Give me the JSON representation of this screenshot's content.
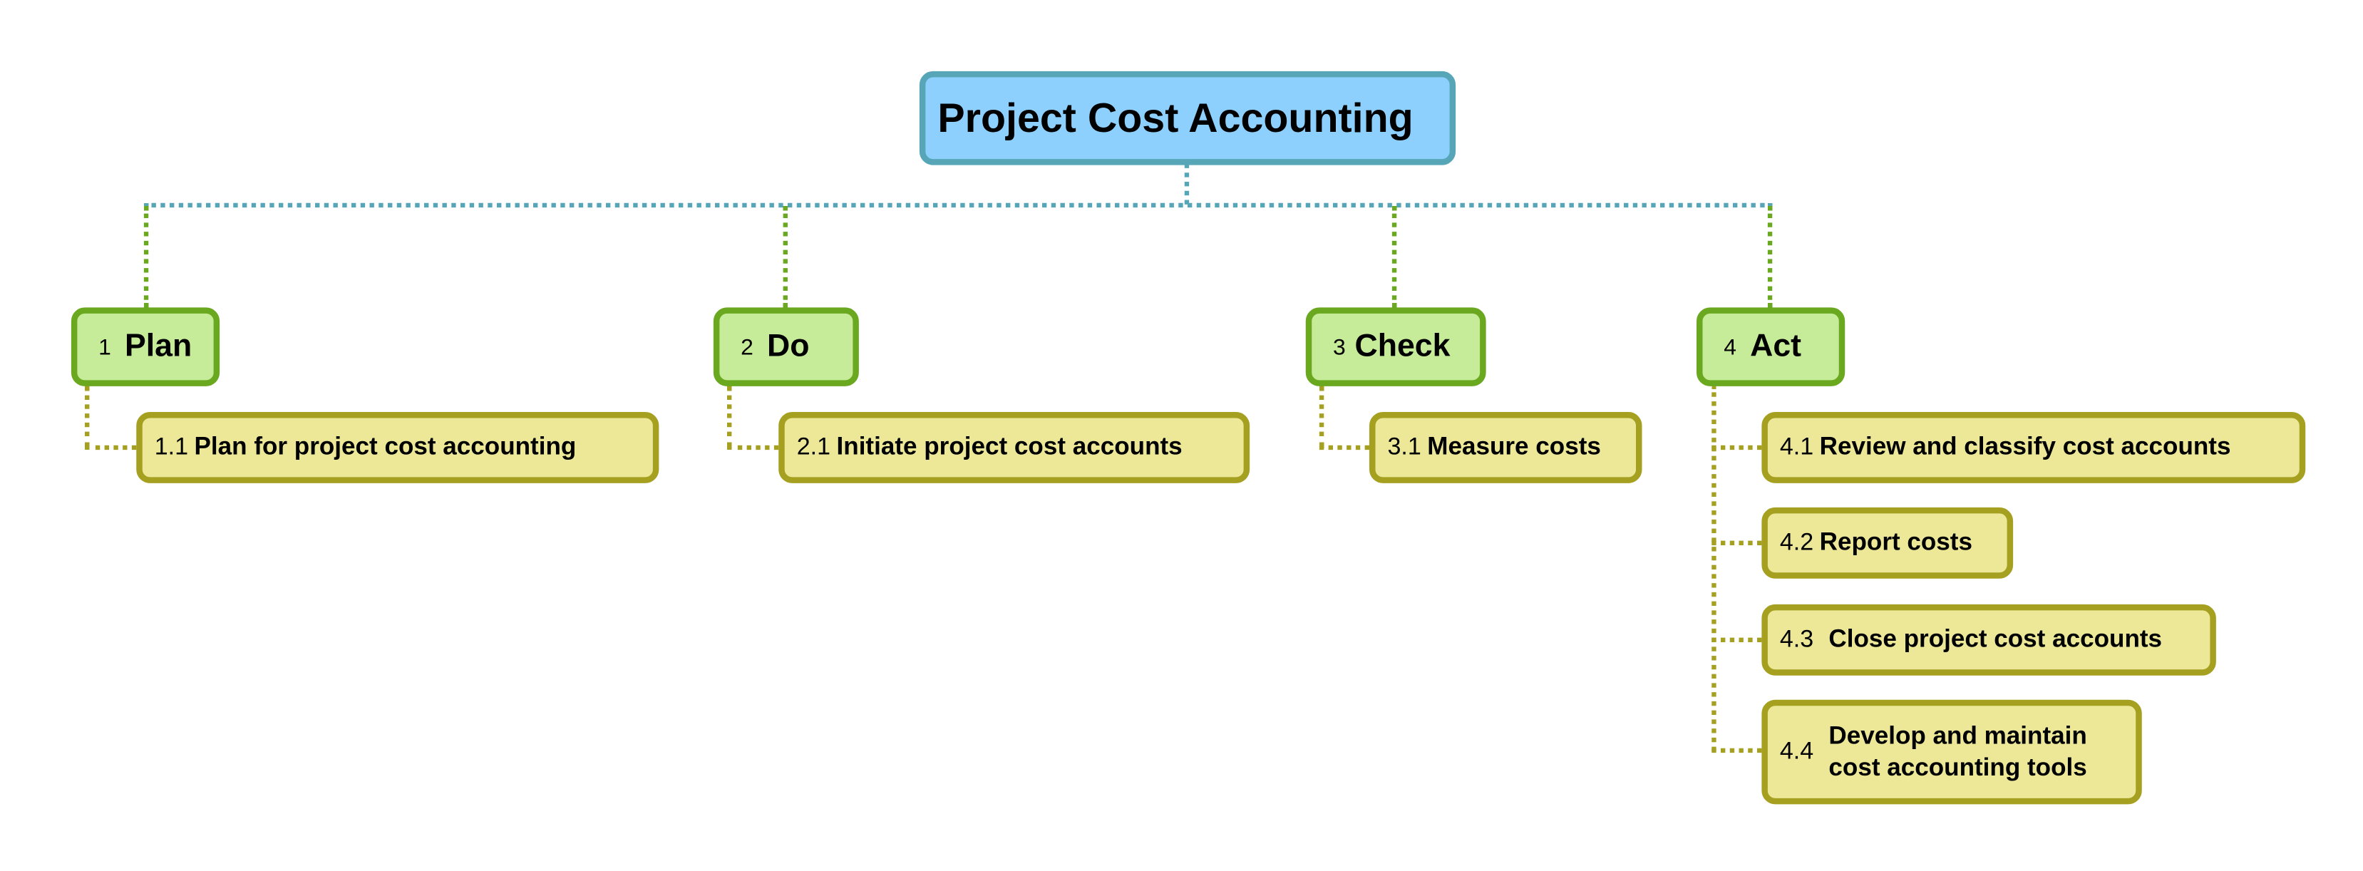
{
  "root": {
    "title": "Project Cost Accounting"
  },
  "phases": [
    {
      "number": "1",
      "label": "Plan",
      "children": [
        {
          "number": "1.1",
          "label": "Plan for project cost accounting"
        }
      ]
    },
    {
      "number": "2",
      "label": "Do",
      "children": [
        {
          "number": "2.1",
          "label": "Initiate project cost accounts"
        }
      ]
    },
    {
      "number": "3",
      "label": "Check",
      "children": [
        {
          "number": "3.1",
          "label": "Measure costs"
        }
      ]
    },
    {
      "number": "4",
      "label": "Act",
      "children": [
        {
          "number": "4.1",
          "label": "Review and classify cost accounts"
        },
        {
          "number": "4.2",
          "label": "Report costs"
        },
        {
          "number": "4.3",
          "label": "Close project cost accounts"
        },
        {
          "number": "4.4",
          "label": "Develop and maintain cost accounting tools"
        }
      ]
    }
  ],
  "colors": {
    "root_fill": "#8dd0fd",
    "root_border": "#57a6b8",
    "phase_fill": "#c6ec9a",
    "phase_border": "#6aa820",
    "task_fill": "#ece898",
    "task_border": "#a5a020"
  }
}
